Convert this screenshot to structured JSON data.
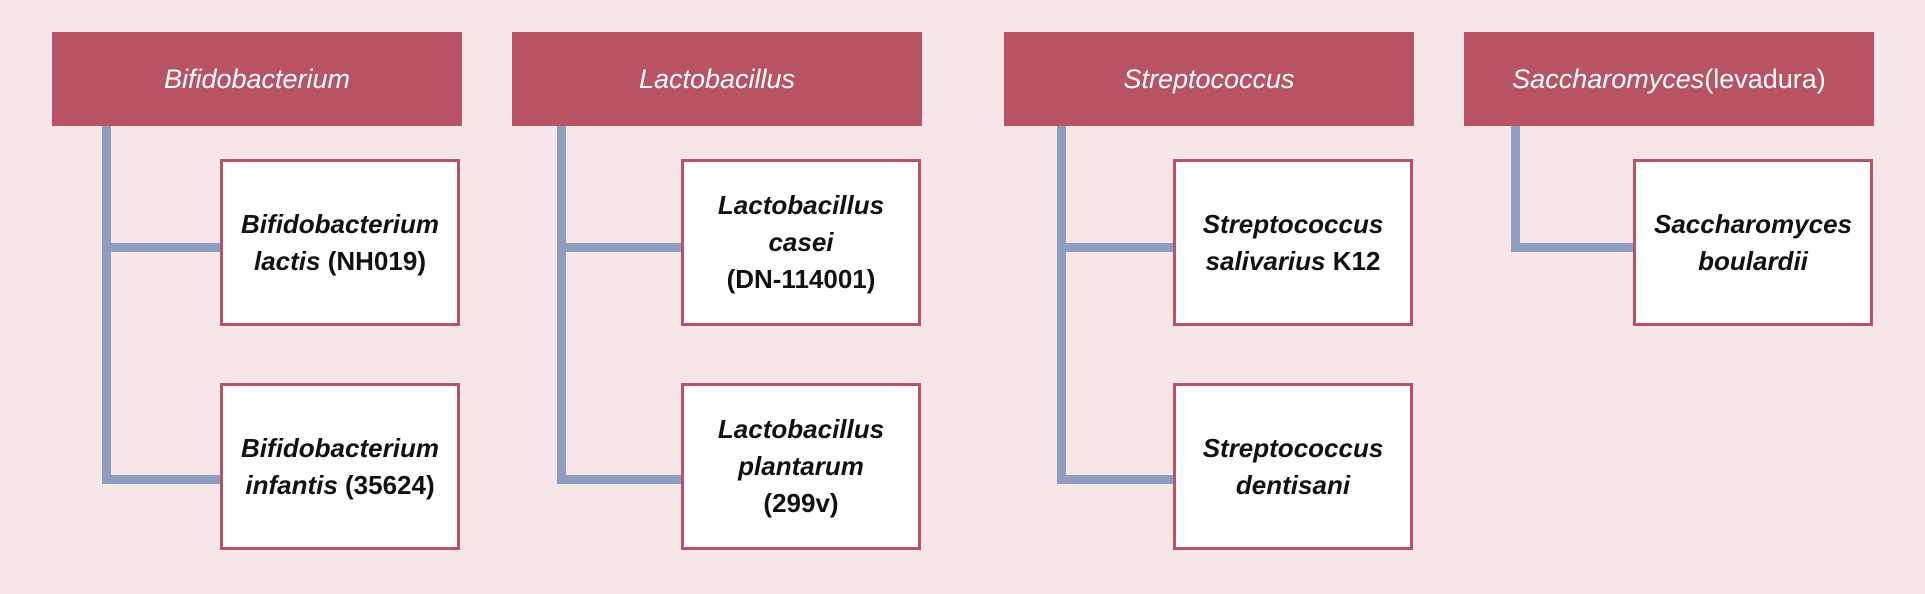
{
  "colors": {
    "background": "#f7e6e7",
    "header": "#b85366",
    "connector": "#8d9ec0",
    "box_border": "#b85366",
    "box_fill": "#ffffff"
  },
  "groups": [
    {
      "header": {
        "italic": "Bifidobacterium",
        "plain": ""
      },
      "items": [
        {
          "line1": "Bifidobacterium",
          "line2_italic": "lactis",
          "line2_plain": " (NH019)",
          "line3": ""
        },
        {
          "line1": "Bifidobacterium",
          "line2_italic": "infantis",
          "line2_plain": " (35624)",
          "line3": ""
        }
      ]
    },
    {
      "header": {
        "italic": "Lactobacillus",
        "plain": ""
      },
      "items": [
        {
          "line1": "Lactobacillus",
          "line2_italic": "casei",
          "line2_plain": "",
          "line3": "(DN-114001)"
        },
        {
          "line1": "Lactobacillus",
          "line2_italic": "plantarum",
          "line2_plain": "",
          "line3": "(299v)"
        }
      ]
    },
    {
      "header": {
        "italic": "Streptococcus",
        "plain": ""
      },
      "items": [
        {
          "line1": "Streptococcus",
          "line2_italic": "salivarius",
          "line2_plain": " K12",
          "line3": ""
        },
        {
          "line1": "Streptococcus",
          "line2_italic": "dentisani",
          "line2_plain": "",
          "line3": ""
        }
      ]
    },
    {
      "header": {
        "italic": "Saccharomyces",
        "plain": " (levadura)"
      },
      "items": [
        {
          "line1": "Saccharomyces",
          "line2_italic": "boulardii",
          "line2_plain": "",
          "line3": ""
        }
      ]
    }
  ]
}
